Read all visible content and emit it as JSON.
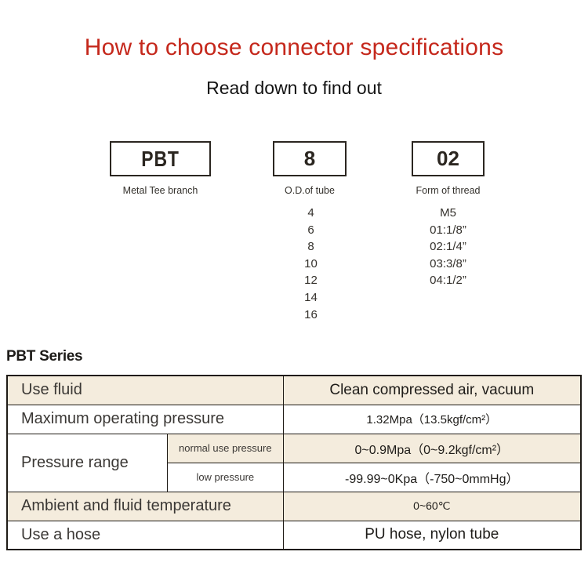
{
  "page": {
    "title": "How to choose connector specifications",
    "subtitle": "Read down to find out"
  },
  "colors": {
    "title_red": "#c5281c",
    "row_highlight_beige": "#f4ecdd",
    "table_border": "#1f1b16"
  },
  "selector": {
    "model": {
      "code": "PBT",
      "label": "Metal Tee branch"
    },
    "tube": {
      "code": "8",
      "label": "O.D.of tube",
      "options": [
        "4",
        "6",
        "8",
        "10",
        "12",
        "14",
        "16"
      ]
    },
    "thread": {
      "code": "02",
      "label": "Form of thread",
      "options": [
        "M5",
        "01:1/8”",
        "02:1/4”",
        "03:3/8”",
        "04:1/2”"
      ]
    }
  },
  "series": {
    "heading": "PBT Series",
    "table": {
      "rows": [
        {
          "label": "Use fluid",
          "value": "Clean compressed air, vacuum"
        },
        {
          "label": "Maximum operating pressure",
          "value": "1.32Mpa（13.5kgf/cm²）"
        },
        {
          "label": "Pressure range",
          "sub_rows": [
            {
              "label": "normal use pressure",
              "value": "0~0.9Mpa（0~9.2kgf/cm²）"
            },
            {
              "label": "low pressure",
              "value": "-99.99~0Kpa（-750~0mmHg）"
            }
          ]
        },
        {
          "label": "Ambient and fluid temperature",
          "value": "0~60℃"
        },
        {
          "label": "Use a hose",
          "value": "PU hose, nylon tube"
        }
      ]
    }
  }
}
